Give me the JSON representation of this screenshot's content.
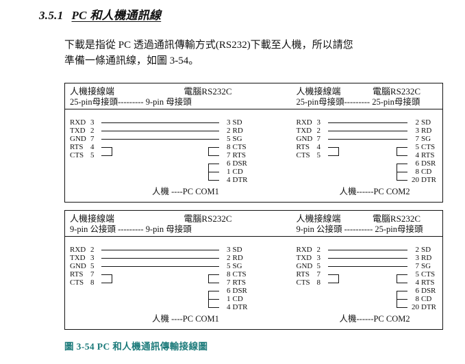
{
  "page": {
    "section_number": "3.5.1",
    "section_title": "PC 和人機通訊線",
    "intro_line1": "下載是指從 PC 透過通訊傳輸方式(RS232)下載至人機，所以請您",
    "intro_line2": "準備一條通訊線，如圖 3-54。",
    "caption": "圖 3-54 PC 和人機通訊傳輸接線圖",
    "caption_color": "#1b7a7a",
    "line_color": "#111111"
  },
  "diagrams": [
    {
      "left_title": "人機接線端",
      "right_title": "電腦RS232C",
      "subtitle": "25-pin母接頭--------- 9-pin 母接頭",
      "left": [
        {
          "sig": "RXD",
          "pin": "3"
        },
        {
          "sig": "TXD",
          "pin": "2"
        },
        {
          "sig": "GND",
          "pin": "7"
        },
        {
          "sig": "RTS",
          "pin": "4"
        },
        {
          "sig": "CTS",
          "pin": "5"
        }
      ],
      "right": [
        {
          "pin": "3",
          "sig": "SD"
        },
        {
          "pin": "2",
          "sig": "RD"
        },
        {
          "pin": "5",
          "sig": "SG"
        },
        {
          "pin": "8",
          "sig": "CTS"
        },
        {
          "pin": "7",
          "sig": "RTS"
        },
        {
          "pin": "6",
          "sig": "DSR"
        },
        {
          "pin": "1",
          "sig": "CD"
        },
        {
          "pin": "4",
          "sig": "DTR"
        }
      ],
      "footer": "人機 ----PC COM1"
    },
    {
      "left_title": "人機接線端",
      "right_title": "電腦RS232C",
      "subtitle": "25-pin母接頭--------- 25-pin母接頭",
      "left": [
        {
          "sig": "RXD",
          "pin": "3"
        },
        {
          "sig": "TXD",
          "pin": "2"
        },
        {
          "sig": "GND",
          "pin": "7"
        },
        {
          "sig": "RTS",
          "pin": "4"
        },
        {
          "sig": "CTS",
          "pin": "5"
        }
      ],
      "right": [
        {
          "pin": "2",
          "sig": "SD"
        },
        {
          "pin": "3",
          "sig": "RD"
        },
        {
          "pin": "7",
          "sig": "SG"
        },
        {
          "pin": "5",
          "sig": "CTS"
        },
        {
          "pin": "4",
          "sig": "RTS"
        },
        {
          "pin": "6",
          "sig": "DSR"
        },
        {
          "pin": "8",
          "sig": "CD"
        },
        {
          "pin": "20",
          "sig": "DTR"
        }
      ],
      "footer": "人機------PC COM2"
    },
    {
      "left_title": "人機接線端",
      "right_title": "電腦RS232C",
      "subtitle": "9-pin 公接頭 --------- 9-pin 母接頭",
      "left": [
        {
          "sig": "RXD",
          "pin": "2"
        },
        {
          "sig": "TXD",
          "pin": "3"
        },
        {
          "sig": "GND",
          "pin": "5"
        },
        {
          "sig": "RTS",
          "pin": "7"
        },
        {
          "sig": "CTS",
          "pin": "8"
        }
      ],
      "right": [
        {
          "pin": "3",
          "sig": "SD"
        },
        {
          "pin": "2",
          "sig": "RD"
        },
        {
          "pin": "5",
          "sig": "SG"
        },
        {
          "pin": "8",
          "sig": "CTS"
        },
        {
          "pin": "7",
          "sig": "RTS"
        },
        {
          "pin": "6",
          "sig": "DSR"
        },
        {
          "pin": "1",
          "sig": "CD"
        },
        {
          "pin": "4",
          "sig": "DTR"
        }
      ],
      "footer": "人機 ----PC COM1"
    },
    {
      "left_title": "人機接線端",
      "right_title": "電腦RS232C",
      "subtitle": "9-pin 公接頭 ---------- 25-pin母接頭",
      "left": [
        {
          "sig": "RXD",
          "pin": "2"
        },
        {
          "sig": "TXD",
          "pin": "3"
        },
        {
          "sig": "GND",
          "pin": "5"
        },
        {
          "sig": "RTS",
          "pin": "7"
        },
        {
          "sig": "CTS",
          "pin": "8"
        }
      ],
      "right": [
        {
          "pin": "2",
          "sig": "SD"
        },
        {
          "pin": "3",
          "sig": "RD"
        },
        {
          "pin": "7",
          "sig": "SG"
        },
        {
          "pin": "5",
          "sig": "CTS"
        },
        {
          "pin": "4",
          "sig": "RTS"
        },
        {
          "pin": "6",
          "sig": "DSR"
        },
        {
          "pin": "8",
          "sig": "CD"
        },
        {
          "pin": "20",
          "sig": "DTR"
        }
      ],
      "footer": "人機------PC COM2"
    }
  ]
}
